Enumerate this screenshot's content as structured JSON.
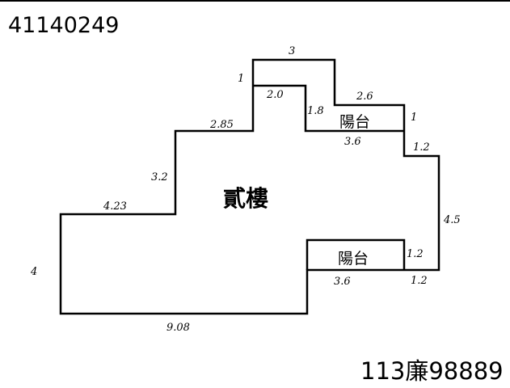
{
  "document_id": "41140249",
  "case_code": "113廉98889",
  "floor_label": "貳樓",
  "balcony_labels": [
    "陽台",
    "陽台"
  ],
  "dimensions": {
    "top": "3",
    "top_left": "1",
    "inner_top": "2.0",
    "inner_side": "1.8",
    "balcony_top": "2.6",
    "balcony_right": "1",
    "balcony_bottom": "3.6",
    "step_right": "1.2",
    "right": "4.5",
    "lower_balcony_side": "1.2",
    "lower_step": "1.2",
    "lower_balcony_bottom": "3.6",
    "upper_left_top": "2.85",
    "upper_left_side": "3.2",
    "left_top": "4.23",
    "left": "4",
    "bottom": "9.08"
  }
}
